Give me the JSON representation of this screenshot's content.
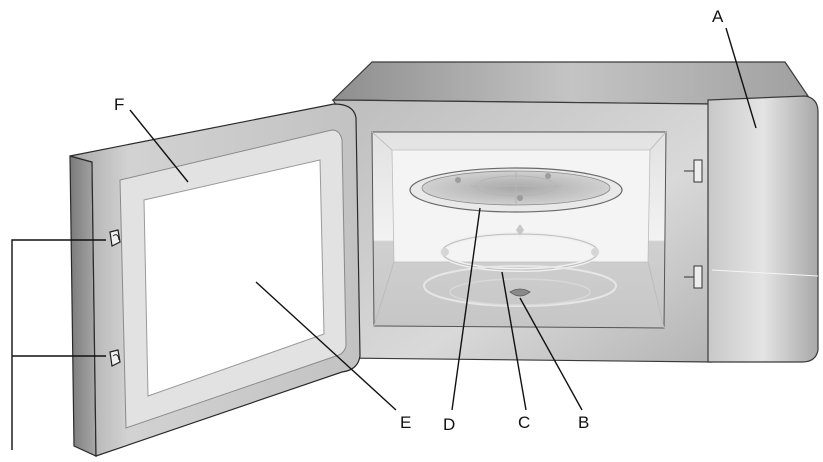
{
  "callouts": {
    "a": "A",
    "b": "B",
    "c": "C",
    "d": "D",
    "e": "E",
    "f": "F"
  },
  "colors": {
    "body_light": "#d4d4d4",
    "body_dark": "#9a9a9a",
    "cavity": "#dedede",
    "door_frame": "#cfcfcf",
    "window": "#e6e6e6",
    "outline": "#2a2a2a"
  }
}
